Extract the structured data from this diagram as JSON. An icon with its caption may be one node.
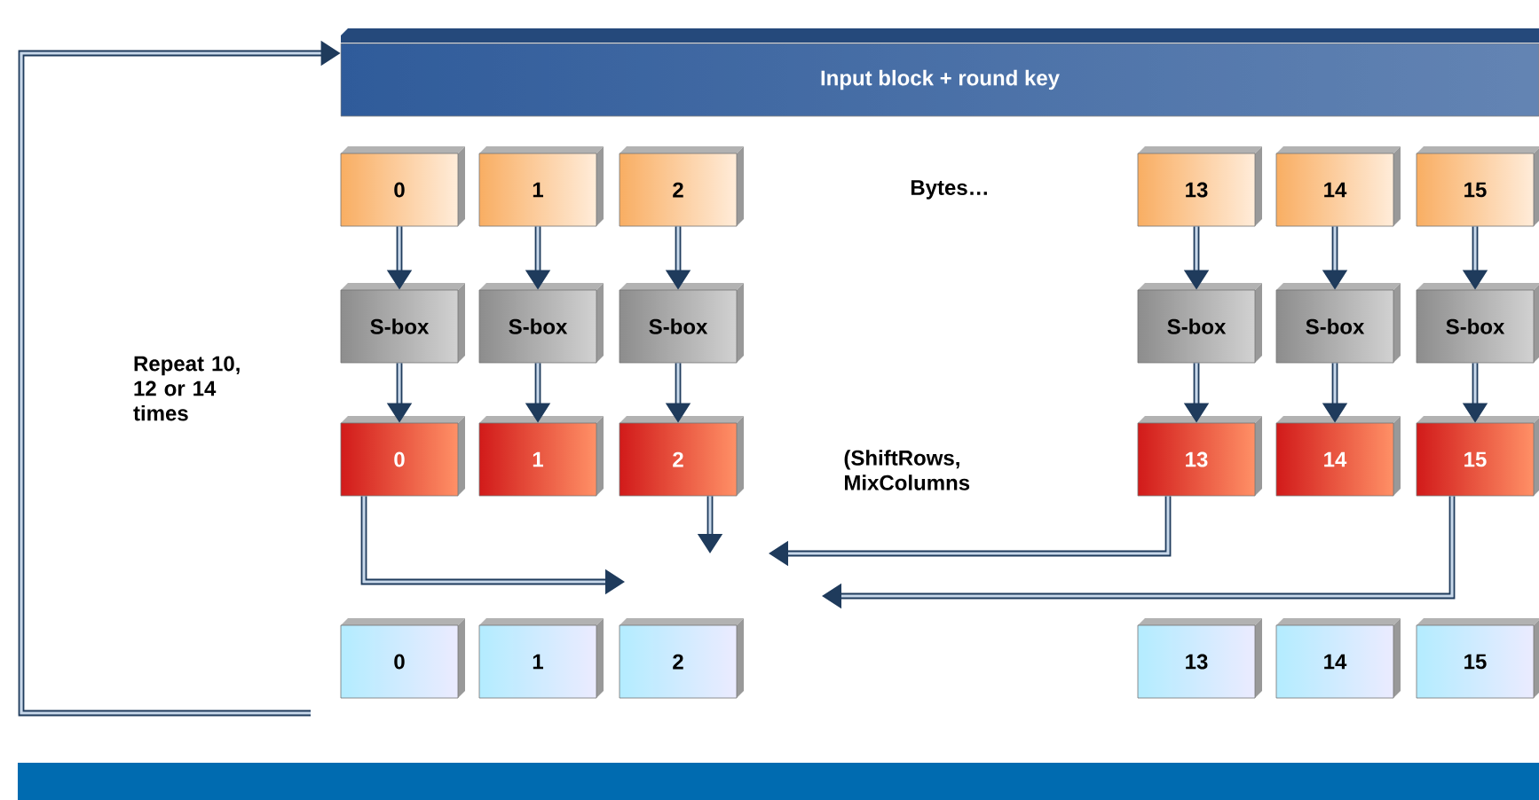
{
  "diagram": {
    "nodes": [
      {
        "text": [
          "Input block + round key"
        ]
      },
      {
        "text": [
          "0"
        ]
      },
      {
        "text": [
          "1"
        ]
      },
      {
        "text": [
          "2"
        ]
      },
      {
        "text": [
          "13"
        ]
      },
      {
        "text": [
          "14"
        ]
      },
      {
        "text": [
          "15"
        ]
      },
      {
        "text": [
          "S-box"
        ]
      },
      {
        "text": [
          "S-box"
        ]
      },
      {
        "text": [
          "S-box"
        ]
      },
      {
        "text": [
          "S-box"
        ]
      },
      {
        "text": [
          "S-box"
        ]
      },
      {
        "text": [
          "S-box"
        ]
      },
      {
        "text": [
          "0"
        ]
      },
      {
        "text": [
          "1"
        ]
      },
      {
        "text": [
          "2"
        ]
      },
      {
        "text": [
          "13"
        ]
      },
      {
        "text": [
          "14"
        ]
      },
      {
        "text": [
          "15"
        ]
      },
      {
        "text": [
          "0"
        ]
      },
      {
        "text": [
          "1"
        ]
      },
      {
        "text": [
          "2"
        ]
      },
      {
        "text": [
          "13"
        ]
      },
      {
        "text": [
          "14"
        ]
      },
      {
        "text": [
          "15"
        ]
      }
    ],
    "edges": [
      {
        "from": 1,
        "to": 7,
        "arrow": "to"
      },
      {
        "from": 2,
        "to": 8,
        "arrow": "to"
      },
      {
        "from": 3,
        "to": 9,
        "arrow": "to"
      },
      {
        "from": 4,
        "to": 10,
        "arrow": "to"
      },
      {
        "from": 5,
        "to": 11,
        "arrow": "to"
      },
      {
        "from": 6,
        "to": 12,
        "arrow": "to"
      },
      {
        "from": 7,
        "to": 13,
        "arrow": "to"
      },
      {
        "from": 8,
        "to": 14,
        "arrow": "to"
      },
      {
        "from": 9,
        "to": 15,
        "arrow": "to"
      },
      {
        "from": 10,
        "to": 16,
        "arrow": "to"
      },
      {
        "from": 11,
        "to": 17,
        "arrow": "to"
      },
      {
        "from": 12,
        "to": 18,
        "arrow": "to"
      },
      {
        "from": 13,
        "to": null,
        "arrow": "to"
      },
      {
        "from": 15,
        "to": null,
        "arrow": "to"
      },
      {
        "from": 16,
        "to": null,
        "arrow": "to"
      },
      {
        "from": 18,
        "to": null,
        "arrow": "to"
      },
      {
        "from": null,
        "to": 0,
        "arrow": "to"
      }
    ],
    "labels": [
      "Bytes…",
      "Repeat 10, 12 or 14 times",
      "(ShiftRows, MixColumns"
    ]
  }
}
